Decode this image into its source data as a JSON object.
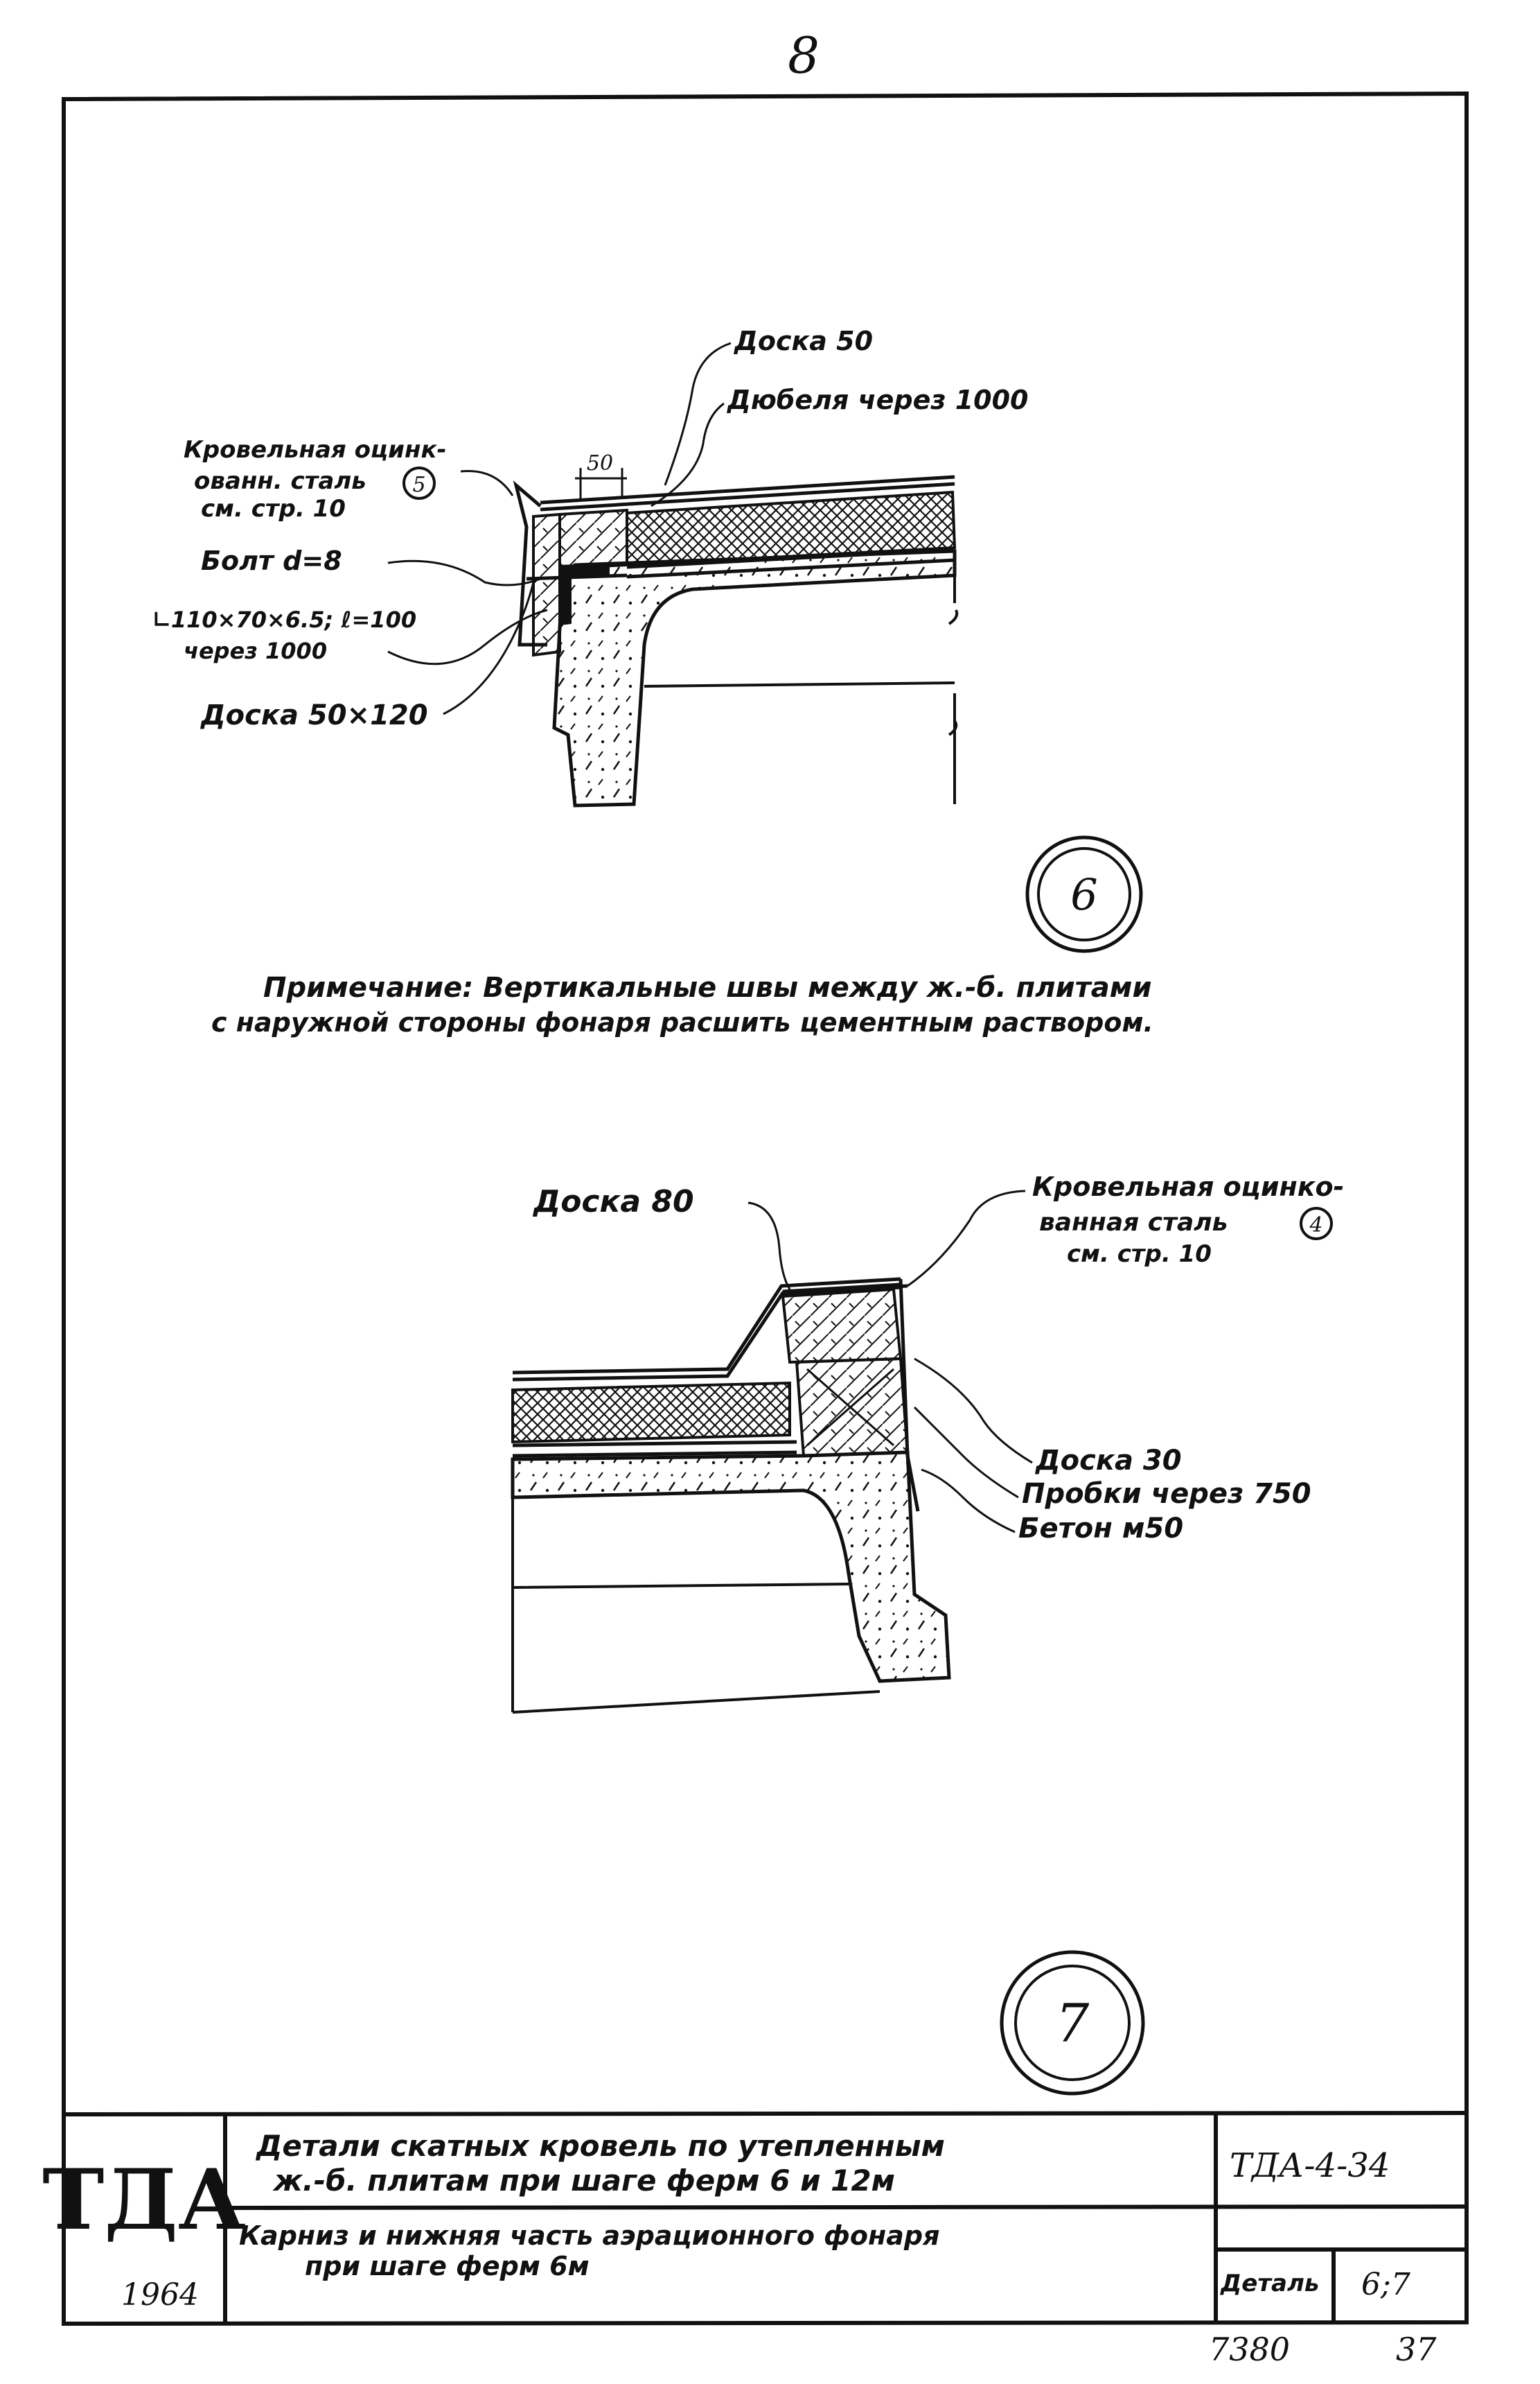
{
  "page_number": "8",
  "detail6": {
    "callout": "6",
    "labels": {
      "board_top": "Доска 50",
      "dowels": "Дюбеля через 1000",
      "roof_steel_l1": "Кровельная оцинк-",
      "roof_steel_l2": "ованн. сталь",
      "roof_steel_ref": "5",
      "roof_steel_l3": "см. стр. 10",
      "bolt": "Болт d=8",
      "angle_l1": "∟110×70×6.5; ℓ=100",
      "angle_l2": "через 1000",
      "board_side": "Доска 50×120",
      "dim": "50"
    }
  },
  "note": {
    "line1": "Примечание: Вертикальные швы между ж.-б. плитами",
    "line2": "с наружной стороны фонаря расшить цементным раствором."
  },
  "detail7": {
    "callout": "7",
    "labels": {
      "board_top": "Доска 80",
      "roof_steel_l1": "Кровельная оцинко-",
      "roof_steel_l2": "ванная сталь",
      "roof_steel_ref": "4",
      "roof_steel_l3": "см. стр. 10",
      "board30": "Доска 30",
      "plugs": "Пробки через 750",
      "concrete": "Бетон м50"
    }
  },
  "title_block": {
    "org": "ТДА",
    "year": "1964",
    "title_line1": "Детали скатных кровель по утепленным",
    "title_line2": "ж.-б. плитам при шаге ферм 6 и 12м",
    "subtitle_line1": "Карниз и нижняя часть аэрационного фонаря",
    "subtitle_line2": "при шаге ферм 6м",
    "doc_code": "ТДА-4-34",
    "detail_label": "Деталь",
    "detail_value": "6;7"
  },
  "footer": {
    "left_number": "7380",
    "right_number": "37"
  }
}
